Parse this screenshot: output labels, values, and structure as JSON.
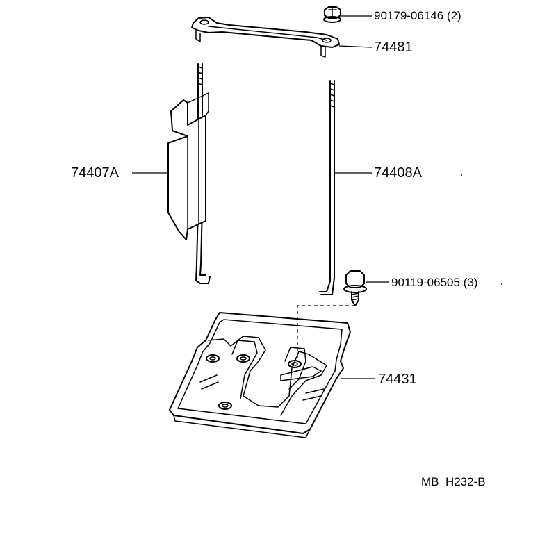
{
  "parts": {
    "nut": "90179-06146 (2)",
    "clamp": "74481",
    "rod_left": "74407A",
    "rod_right": "74408A",
    "bolt": "90119-06505 (3)",
    "tray": "74431"
  },
  "diagram_code": "MB  H232-B"
}
